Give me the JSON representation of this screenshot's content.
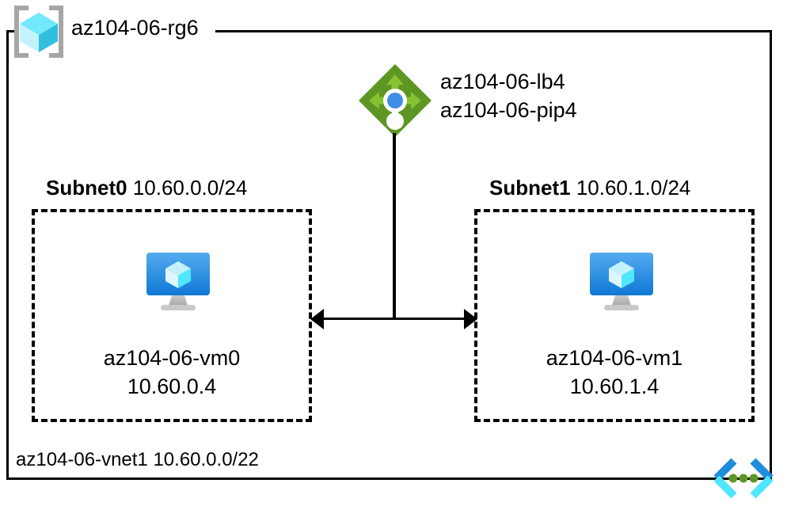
{
  "diagram": {
    "resource_group": {
      "name": "az104-06-rg6",
      "icon": "resource-group-cube-icon"
    },
    "load_balancer": {
      "icon": "load-balancer-icon",
      "lb_name": "az104-06-lb4",
      "pip_name": "az104-06-pip4"
    },
    "subnets": [
      {
        "name": "Subnet0",
        "cidr": "10.60.0.0/24",
        "vm": {
          "icon": "virtual-machine-icon",
          "name": "az104-06-vm0",
          "ip": "10.60.0.4"
        }
      },
      {
        "name": "Subnet1",
        "cidr": "10.60.1.0/24",
        "vm": {
          "icon": "virtual-machine-icon",
          "name": "az104-06-vm1",
          "ip": "10.60.1.4"
        }
      }
    ],
    "vnet": {
      "label": "az104-06-vnet1 10.60.0.0/22",
      "icon": "virtual-network-icon"
    },
    "colors": {
      "line": "#000000",
      "background": "#ffffff",
      "rg_bracket": "#a6a6a6",
      "cube_light": "#9cecfb",
      "cube_mid": "#50e6ff",
      "cube_dark": "#32bedd",
      "lb_diamond": "#5e9624",
      "lb_arrow": "#86c232",
      "lb_dot": "#3f8ee6",
      "vm_screen_top": "#4faaf0",
      "vm_screen_bottom": "#0e78d4",
      "vm_stand": "#b3b3b3",
      "vnet_blue": "#1f8ddb",
      "vnet_cyan": "#50e6ff",
      "vnet_green": "#5e9624"
    }
  }
}
